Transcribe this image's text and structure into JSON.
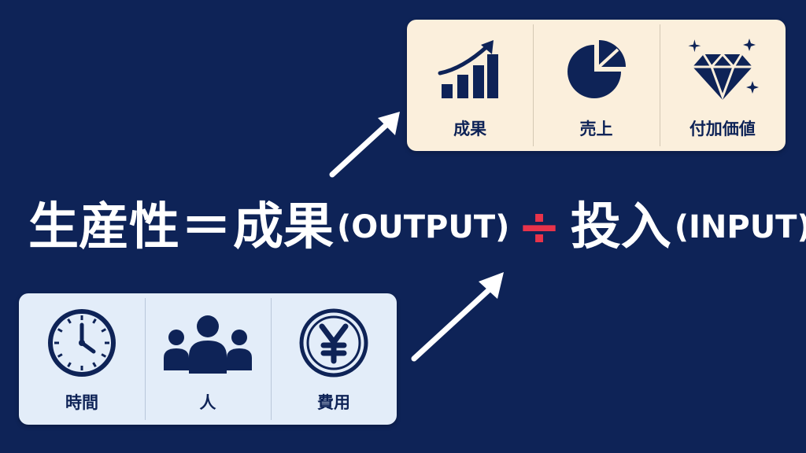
{
  "formula": {
    "productivity": "生産性",
    "equals": "＝",
    "output_label": "成果",
    "output_paren": "(OUTPUT)",
    "divide": "÷",
    "input_label": "投入",
    "input_paren": "(INPUT)"
  },
  "output_panel": {
    "items": [
      {
        "label": "成果",
        "icon": "growth-chart-icon"
      },
      {
        "label": "売上",
        "icon": "pie-chart-icon"
      },
      {
        "label": "付加価値",
        "icon": "diamond-icon"
      }
    ]
  },
  "input_panel": {
    "items": [
      {
        "label": "時間",
        "icon": "clock-icon"
      },
      {
        "label": "人",
        "icon": "people-icon"
      },
      {
        "label": "費用",
        "icon": "yen-coin-icon"
      }
    ]
  },
  "colors": {
    "background": "#0e2357",
    "output_panel": "#fbefdc",
    "input_panel": "#e3edf9",
    "divide_sign": "#e8334a",
    "text": "#ffffff"
  }
}
